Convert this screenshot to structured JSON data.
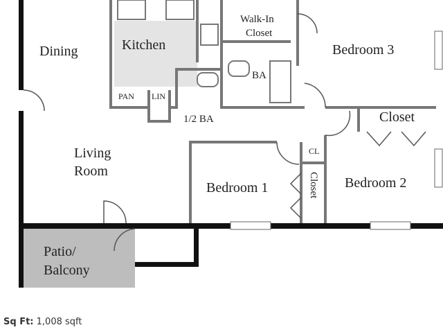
{
  "floorplan": {
    "rooms": {
      "dining": "Dining",
      "kitchen": "Kitchen",
      "walk_in_closet_1": "Walk-In",
      "walk_in_closet_2": "Closet",
      "bedroom3": "Bedroom 3",
      "ba": "BA",
      "pan": "PAN",
      "lin": "LIN",
      "half_ba": "1/2 BA",
      "closet_b2": "Closet",
      "cl": "CL",
      "living_1": "Living",
      "living_2": "Room",
      "bedroom1": "Bedroom 1",
      "closet_b1": "Closet",
      "bedroom2": "Bedroom 2",
      "patio_1": "Patio/",
      "patio_2": "Balcony"
    }
  },
  "details": {
    "sqft_label": "Sq Ft:",
    "sqft_value": "1,008 sqft"
  }
}
